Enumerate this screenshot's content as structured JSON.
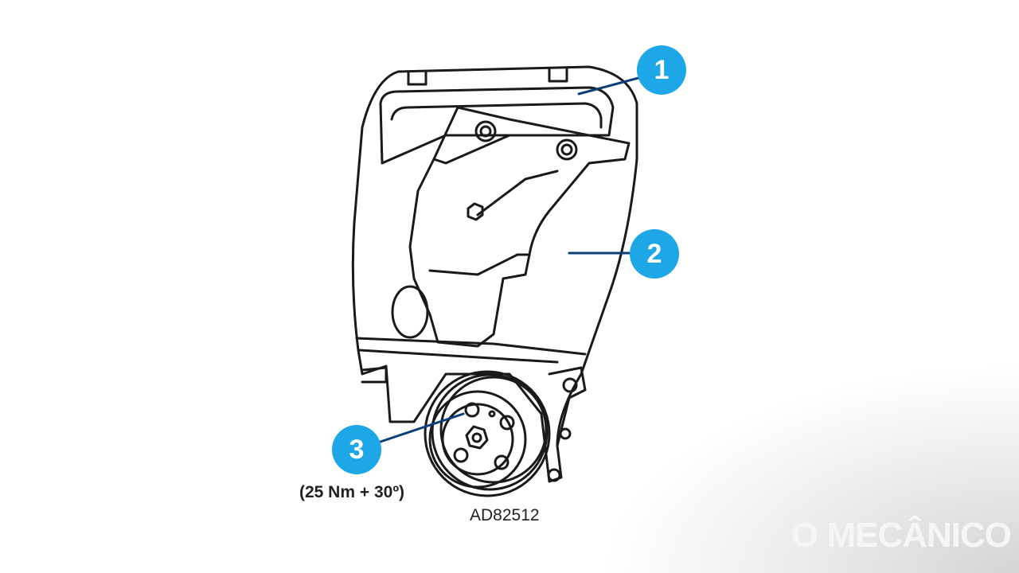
{
  "callouts": [
    {
      "label": "1"
    },
    {
      "label": "2"
    },
    {
      "label": "3"
    }
  ],
  "torque_spec": "(25 Nm + 30º)",
  "reference_code": "AD82512",
  "watermark": "O MECÂNICO",
  "colors": {
    "callout_fill": "#1ea7e6",
    "leader_line": "#0a3f7a",
    "drawing_stroke": "#1a1a1a"
  }
}
